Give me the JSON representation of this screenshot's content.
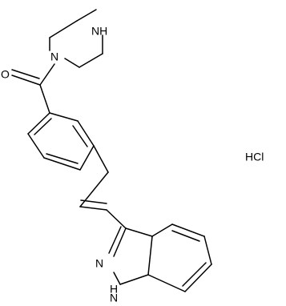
{
  "molecule": {
    "atoms": {
      "piperazine_nh": "NH",
      "piperazine_n": "N",
      "carbonyl_o": "O",
      "indazole_n2": "N",
      "indazole_n1h_line1": "H",
      "indazole_n1h_line2": "N"
    },
    "salt_label": "HCl"
  },
  "colors": {
    "ink": "#000000",
    "background": "#ffffff"
  }
}
